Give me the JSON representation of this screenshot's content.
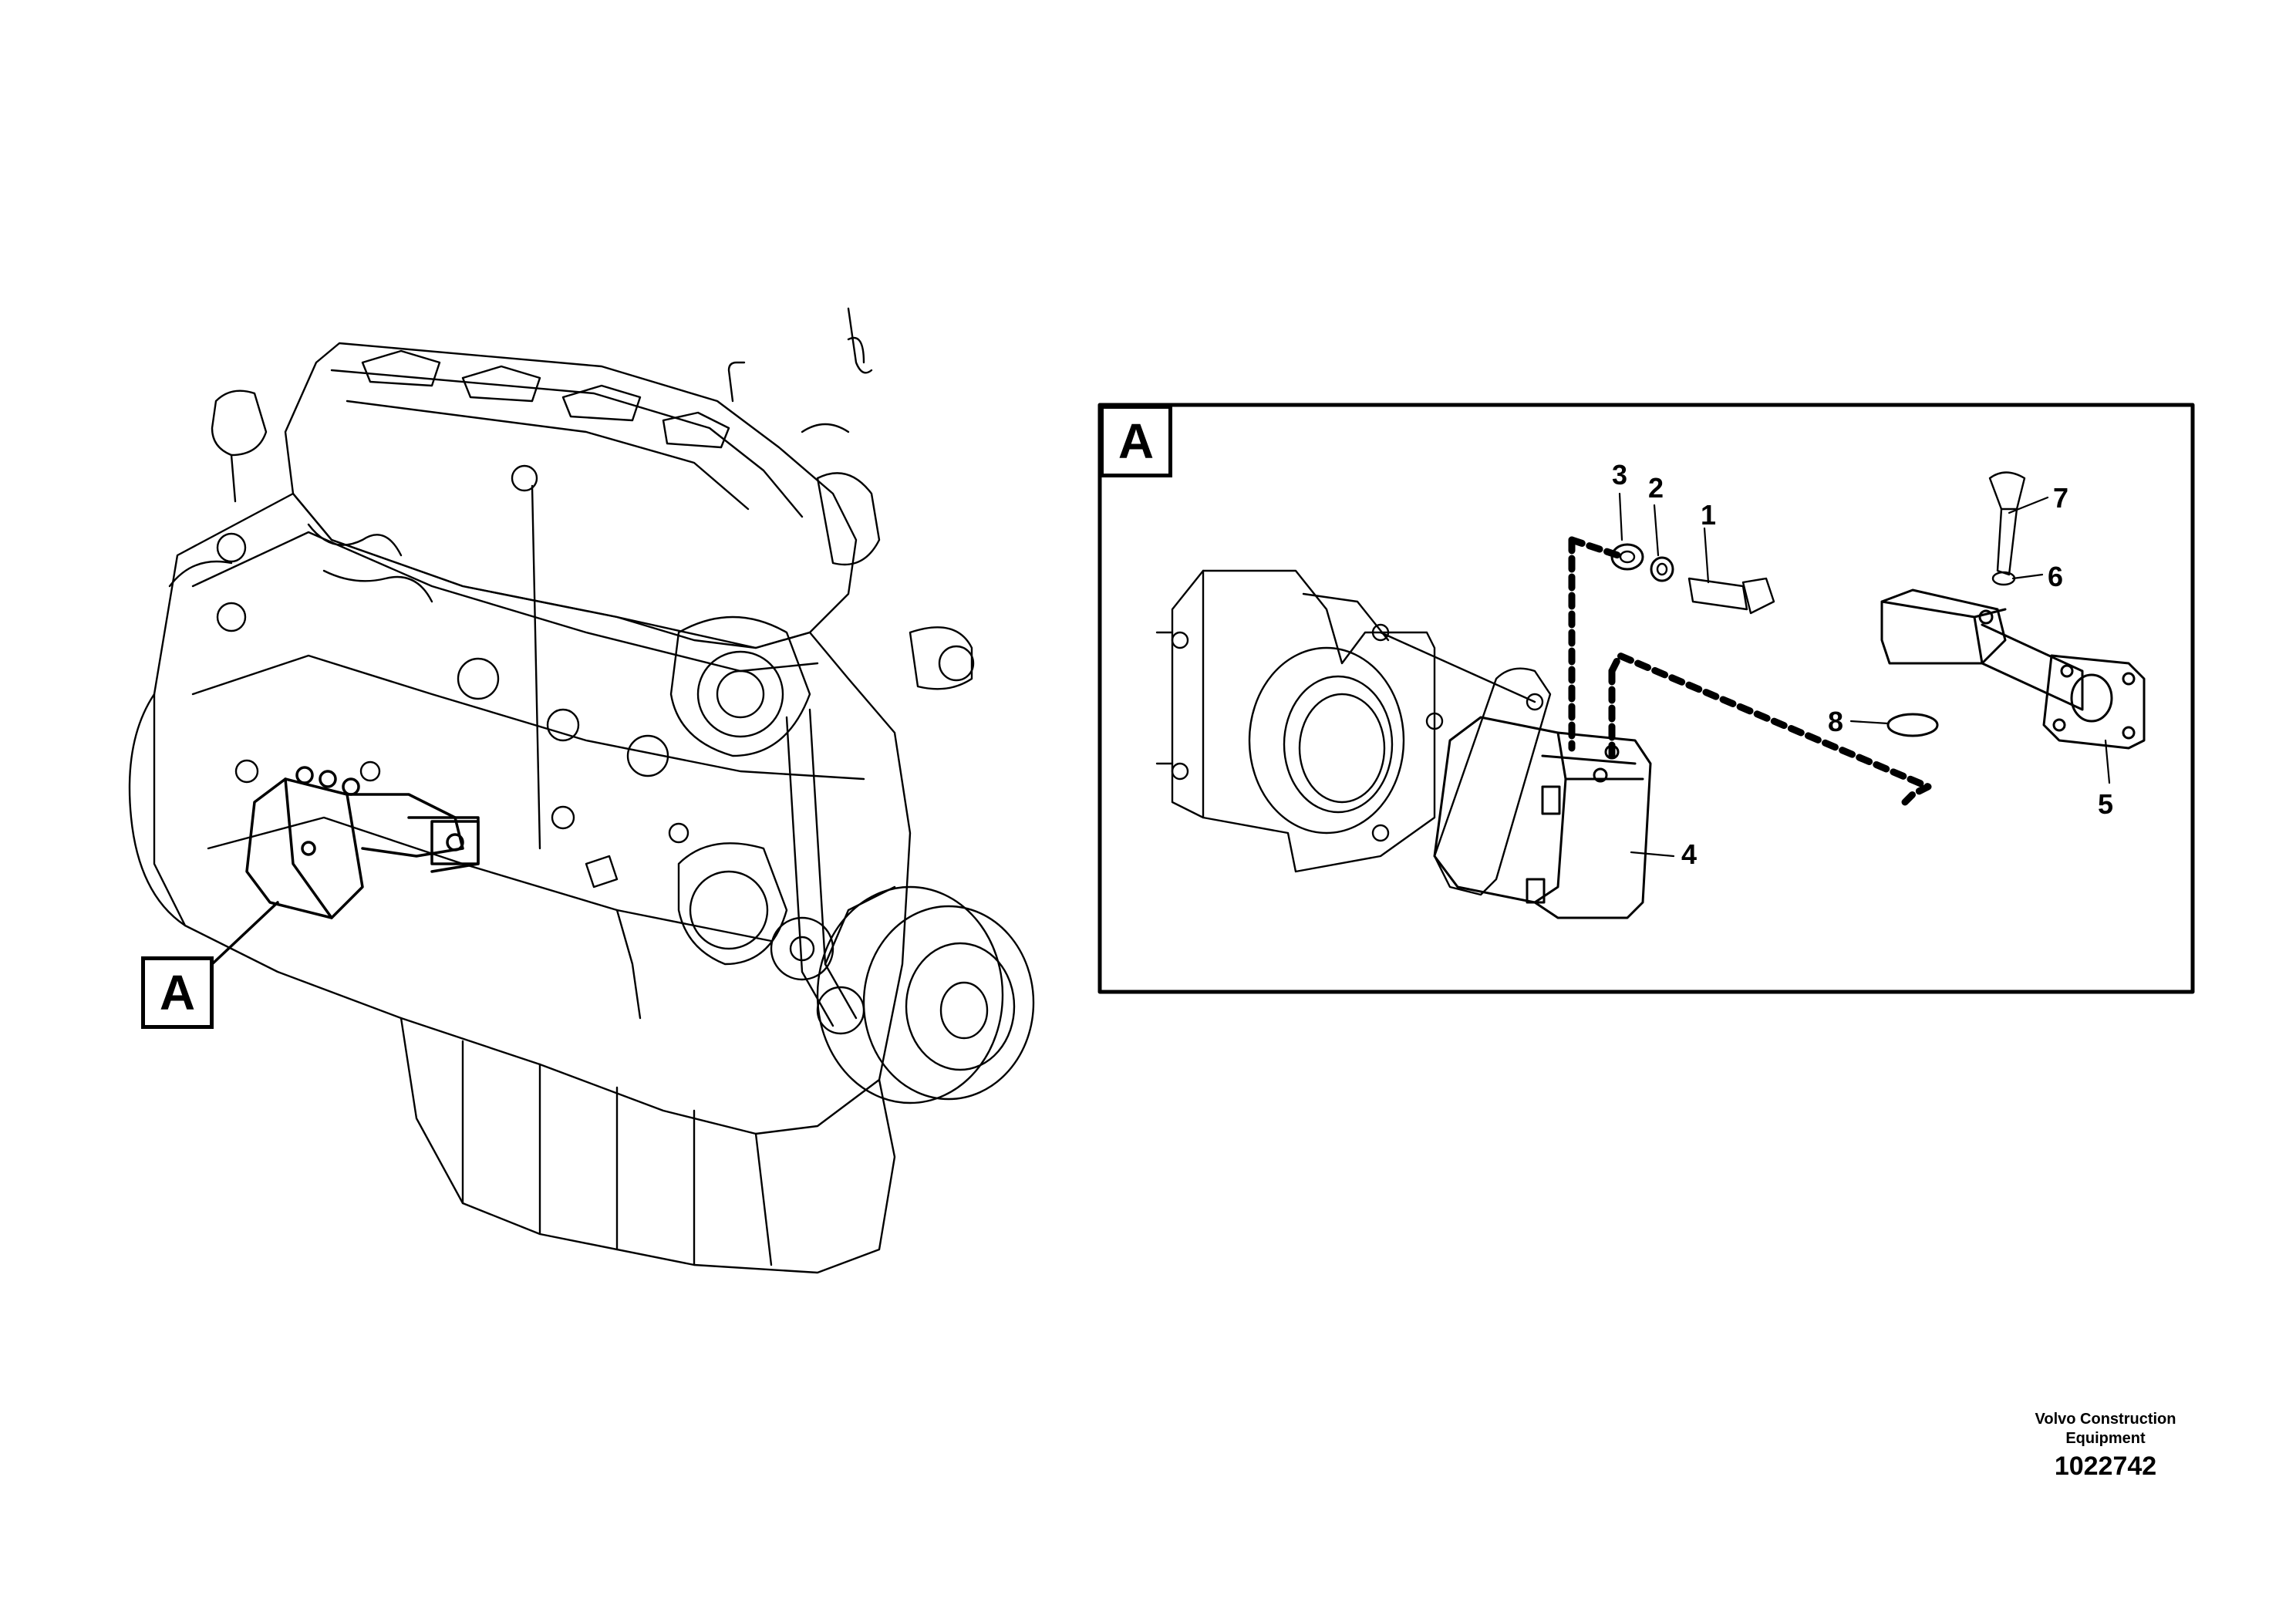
{
  "diagram": {
    "overview_view_label": "A",
    "detail_view_label": "A",
    "callouts": {
      "c1": "1",
      "c2": "2",
      "c3": "3",
      "c4": "4",
      "c5": "5",
      "c6": "6",
      "c7": "7",
      "c8": "8"
    }
  },
  "footer": {
    "company_line1": "Volvo Construction",
    "company_line2": "Equipment",
    "drawing_number": "1022742"
  },
  "colors": {
    "line": "#000000",
    "background": "#ffffff"
  }
}
